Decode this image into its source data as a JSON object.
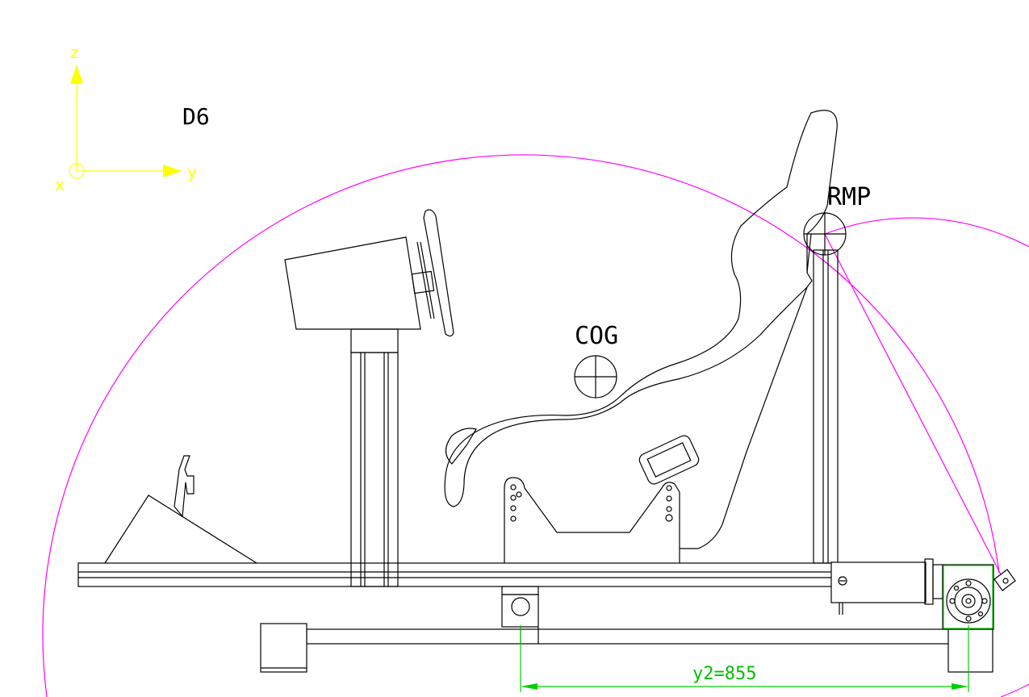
{
  "axes": {
    "z_label": "z",
    "y_label": "y",
    "x_label": "x",
    "color": "#ffff00"
  },
  "labels": {
    "view_id": "D6",
    "rmp": "RMP",
    "cog": "COG",
    "dimension": "y2=855"
  },
  "colors": {
    "envelope": "#ff00ff",
    "dimension": "#00c000",
    "linework": "#000000"
  }
}
